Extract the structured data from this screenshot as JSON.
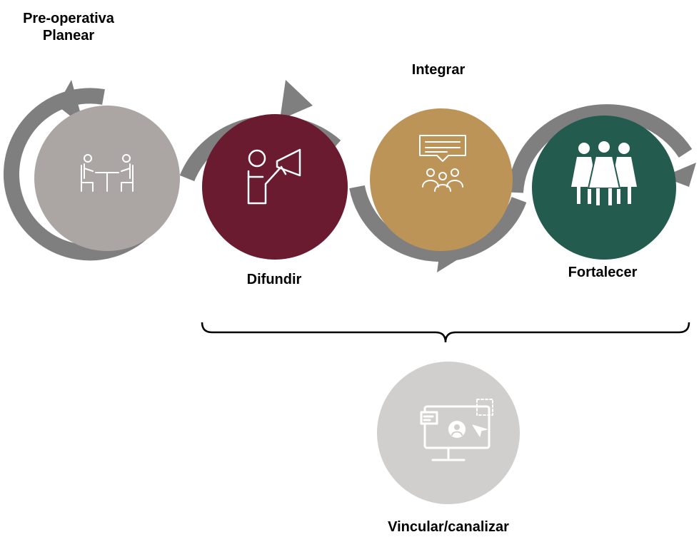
{
  "stages": [
    {
      "id": "planear",
      "label_line1": "Pre-operativa",
      "label_line2": "Planear",
      "color": "#aba6a4",
      "icon": "meeting-icon"
    },
    {
      "id": "difundir",
      "label": "Difundir",
      "color": "#6b1b2f",
      "icon": "megaphone-person-icon"
    },
    {
      "id": "integrar",
      "label": "Integrar",
      "color": "#bd9458",
      "icon": "group-discussion-icon"
    },
    {
      "id": "fortalecer",
      "label": "Fortalecer",
      "color": "#235c4e",
      "icon": "women-group-icon"
    }
  ],
  "bottom": {
    "label": "Vincular/canalizar",
    "color": "#d1cfce",
    "icon": "monitor-profile-icon"
  },
  "colors": {
    "arrow": "#7f7f7f",
    "bracket": "#000000",
    "icon_stroke": "#ffffff"
  }
}
